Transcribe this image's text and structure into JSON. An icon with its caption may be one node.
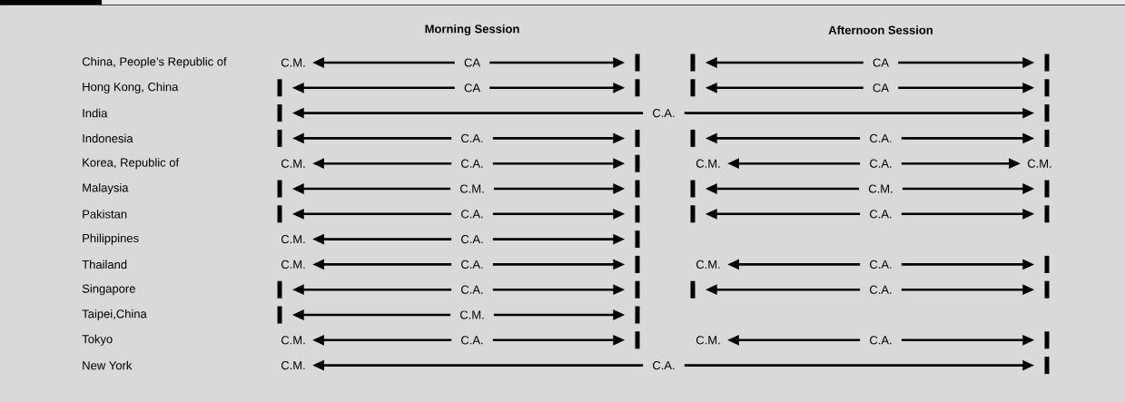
{
  "diagram": {
    "nodes": [
      {
        "text": [
          "C.M."
        ]
      },
      {
        "text": [
          "CA"
        ]
      },
      {
        "text": [],
        "shape": "bar"
      },
      {
        "text": [],
        "shape": "bar"
      },
      {
        "text": [
          "CA"
        ]
      },
      {
        "text": [],
        "shape": "bar"
      },
      {
        "text": [],
        "shape": "bar"
      },
      {
        "text": [
          "CA"
        ]
      },
      {
        "text": [],
        "shape": "bar"
      },
      {
        "text": [],
        "shape": "bar"
      },
      {
        "text": [
          "CA"
        ]
      },
      {
        "text": [],
        "shape": "bar"
      },
      {
        "text": [],
        "shape": "bar"
      },
      {
        "text": [
          "C.A."
        ]
      },
      {
        "text": [],
        "shape": "bar"
      },
      {
        "text": [],
        "shape": "bar"
      },
      {
        "text": [
          "C.A."
        ]
      },
      {
        "text": [],
        "shape": "bar"
      },
      {
        "text": [],
        "shape": "bar"
      },
      {
        "text": [
          "C.A."
        ]
      },
      {
        "text": [],
        "shape": "bar"
      },
      {
        "text": [
          "C.M."
        ]
      },
      {
        "text": [
          "C.A."
        ]
      },
      {
        "text": [],
        "shape": "bar"
      },
      {
        "text": [
          "C.M."
        ]
      },
      {
        "text": [
          "C.A."
        ]
      },
      {
        "text": [
          "C.M."
        ]
      },
      {
        "text": [],
        "shape": "bar"
      },
      {
        "text": [
          "C.M."
        ]
      },
      {
        "text": [],
        "shape": "bar"
      },
      {
        "text": [],
        "shape": "bar"
      },
      {
        "text": [
          "C.M."
        ]
      },
      {
        "text": [],
        "shape": "bar"
      },
      {
        "text": [],
        "shape": "bar"
      },
      {
        "text": [
          "C.A."
        ]
      },
      {
        "text": [],
        "shape": "bar"
      },
      {
        "text": [],
        "shape": "bar"
      },
      {
        "text": [
          "C.A."
        ]
      },
      {
        "text": [],
        "shape": "bar"
      },
      {
        "text": [
          "C.M."
        ]
      },
      {
        "text": [
          "C.A."
        ]
      },
      {
        "text": [],
        "shape": "bar"
      },
      {
        "text": [
          "C.M."
        ]
      },
      {
        "text": [
          "C.A."
        ]
      },
      {
        "text": [],
        "shape": "bar"
      },
      {
        "text": [
          "C.M."
        ]
      },
      {
        "text": [
          "C.A."
        ]
      },
      {
        "text": [],
        "shape": "bar"
      },
      {
        "text": [],
        "shape": "bar"
      },
      {
        "text": [
          "C.A."
        ]
      },
      {
        "text": [],
        "shape": "bar"
      },
      {
        "text": [],
        "shape": "bar"
      },
      {
        "text": [
          "C.A."
        ]
      },
      {
        "text": [],
        "shape": "bar"
      },
      {
        "text": [],
        "shape": "bar"
      },
      {
        "text": [
          "C.M."
        ]
      },
      {
        "text": [],
        "shape": "bar"
      },
      {
        "text": [
          "C.M."
        ]
      },
      {
        "text": [
          "C.A."
        ]
      },
      {
        "text": [],
        "shape": "bar"
      },
      {
        "text": [
          "C.M."
        ]
      },
      {
        "text": [
          "C.A."
        ]
      },
      {
        "text": [],
        "shape": "bar"
      },
      {
        "text": [
          "C.M."
        ]
      },
      {
        "text": [
          "C.A."
        ]
      },
      {
        "text": [],
        "shape": "bar"
      }
    ],
    "edges": [
      {
        "from": 1,
        "to": 0,
        "arrow": "to"
      },
      {
        "from": 1,
        "to": 2,
        "arrow": "to"
      },
      {
        "from": 4,
        "to": 3,
        "arrow": "to"
      },
      {
        "from": 4,
        "to": 5,
        "arrow": "to"
      },
      {
        "from": 7,
        "to": 6,
        "arrow": "to"
      },
      {
        "from": 7,
        "to": 8,
        "arrow": "to"
      },
      {
        "from": 10,
        "to": 9,
        "arrow": "to"
      },
      {
        "from": 10,
        "to": 11,
        "arrow": "to"
      },
      {
        "from": 13,
        "to": 12,
        "arrow": "to"
      },
      {
        "from": 13,
        "to": 14,
        "arrow": "to"
      },
      {
        "from": 16,
        "to": 15,
        "arrow": "to"
      },
      {
        "from": 16,
        "to": 17,
        "arrow": "to"
      },
      {
        "from": 19,
        "to": 18,
        "arrow": "to"
      },
      {
        "from": 19,
        "to": 20,
        "arrow": "to"
      },
      {
        "from": 22,
        "to": 21,
        "arrow": "to"
      },
      {
        "from": 22,
        "to": 23,
        "arrow": "to"
      },
      {
        "from": 25,
        "to": 24,
        "arrow": "to"
      },
      {
        "from": 25,
        "to": 26,
        "arrow": "to"
      },
      {
        "from": 28,
        "to": 27,
        "arrow": "to"
      },
      {
        "from": 28,
        "to": 29,
        "arrow": "to"
      },
      {
        "from": 31,
        "to": 30,
        "arrow": "to"
      },
      {
        "from": 31,
        "to": 32,
        "arrow": "to"
      },
      {
        "from": 34,
        "to": 33,
        "arrow": "to"
      },
      {
        "from": 34,
        "to": 35,
        "arrow": "to"
      },
      {
        "from": 37,
        "to": 36,
        "arrow": "to"
      },
      {
        "from": 37,
        "to": 38,
        "arrow": "to"
      },
      {
        "from": 40,
        "to": 39,
        "arrow": "to"
      },
      {
        "from": 40,
        "to": 41,
        "arrow": "to"
      },
      {
        "from": 43,
        "to": 42,
        "arrow": "to"
      },
      {
        "from": 43,
        "to": 44,
        "arrow": "to"
      },
      {
        "from": 46,
        "to": 45,
        "arrow": "to"
      },
      {
        "from": 46,
        "to": 47,
        "arrow": "to"
      },
      {
        "from": 49,
        "to": 48,
        "arrow": "to"
      },
      {
        "from": 49,
        "to": 50,
        "arrow": "to"
      },
      {
        "from": 52,
        "to": 51,
        "arrow": "to"
      },
      {
        "from": 52,
        "to": 53,
        "arrow": "to"
      },
      {
        "from": 55,
        "to": 54,
        "arrow": "to"
      },
      {
        "from": 55,
        "to": 56,
        "arrow": "to"
      },
      {
        "from": 58,
        "to": 57,
        "arrow": "to"
      },
      {
        "from": 58,
        "to": 59,
        "arrow": "to"
      },
      {
        "from": 61,
        "to": 60,
        "arrow": "to"
      },
      {
        "from": 61,
        "to": 62,
        "arrow": "to"
      },
      {
        "from": 64,
        "to": 63,
        "arrow": "to"
      },
      {
        "from": 64,
        "to": 65,
        "arrow": "to"
      }
    ],
    "labels": [
      "Morning Session",
      "Afternoon Session",
      "China, People’s Republic of",
      "Hong Kong, China",
      "India",
      "Indonesia",
      "Korea, Republic of",
      "Malaysia",
      "Pakistan",
      "Philippines",
      "Thailand",
      "Singapore",
      "Taipei,China",
      "Tokyo",
      "New York"
    ]
  }
}
